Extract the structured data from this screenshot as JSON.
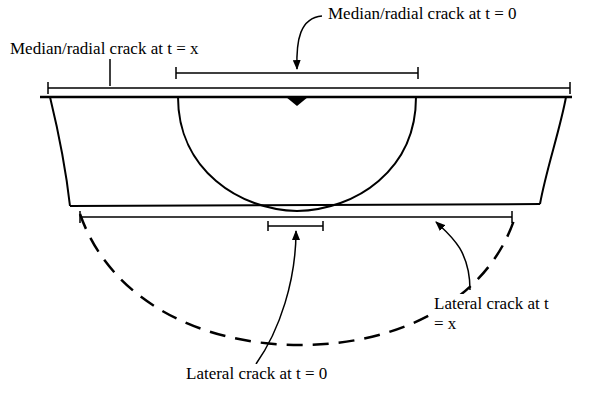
{
  "diagram": {
    "labels": [
      "Median/radial crack at t = 0",
      "Median/radial crack at t = x",
      "Lateral crack at t = 0",
      "Lateral crack at t = x"
    ]
  }
}
